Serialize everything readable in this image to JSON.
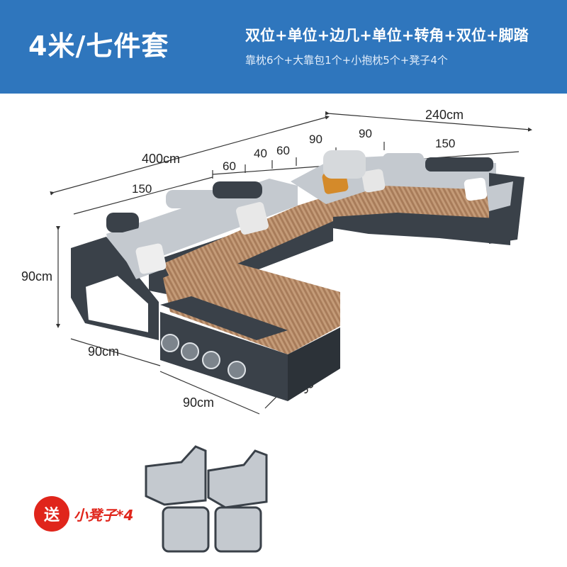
{
  "banner": {
    "title": "4米/七件套",
    "line1": "双位+单位+边几+单位+转角+双位+脚踏",
    "line2": "靠枕6个+大靠包1个+小抱枕5个+凳子4个",
    "background": "#2f76bd"
  },
  "dimensions": {
    "d240": "240cm",
    "d400": "400cm",
    "d90_top": "90",
    "d90_top2": "90",
    "d150_right": "150",
    "d60_a": "60",
    "d40": "40",
    "d60_b": "60",
    "d150_left": "150",
    "d90cm_height": "90cm",
    "d90cm_front_left": "90cm",
    "d90cm_front_bottom": "90cm",
    "d90cm_front_right": "90cm"
  },
  "promo": {
    "badge": "送",
    "text": "小凳子*4",
    "color": "#e0251b"
  },
  "colors": {
    "leather_gray": "#c4c9cf",
    "leather_dark": "#3a4149",
    "seat_stripe": "#b98c68",
    "line": "#333333"
  }
}
